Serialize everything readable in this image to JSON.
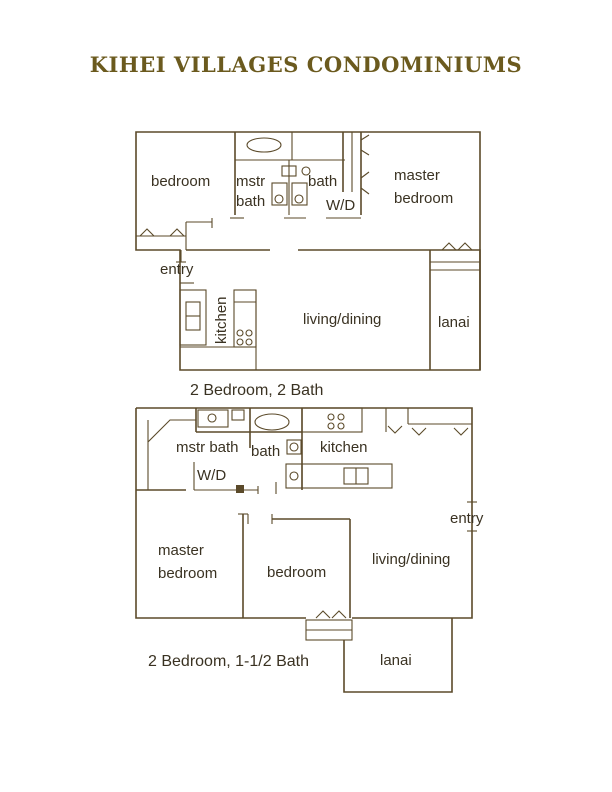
{
  "title": "KIHEI VILLAGES CONDOMINIUMS",
  "plan1": {
    "caption": "2 Bedroom, 2 Bath",
    "rooms": {
      "bedroom": "bedroom",
      "mstr": "mstr",
      "bath_word": "bath",
      "bath2": "bath",
      "wd": "W/D",
      "master": "master",
      "master_bedroom": "bedroom",
      "entry": "entry",
      "kitchen": "kitchen",
      "living": "living/dining",
      "lanai": "lanai"
    }
  },
  "plan2": {
    "caption": "2 Bedroom, 1-1/2 Bath",
    "rooms": {
      "mstr_bath": "mstr bath",
      "bath": "bath",
      "kitchen": "kitchen",
      "wd": "W/D",
      "entry": "entry",
      "master": "master",
      "master_bedroom": "bedroom",
      "bedroom": "bedroom",
      "living": "living/dining",
      "lanai": "lanai"
    }
  }
}
